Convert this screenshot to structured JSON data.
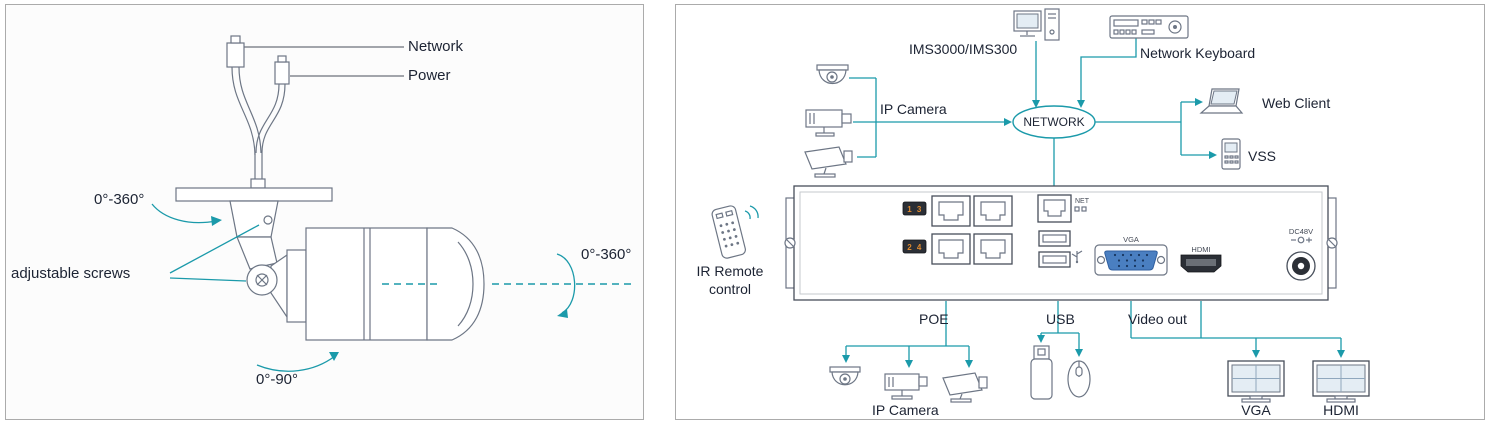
{
  "colors": {
    "accent": "#1b9aaa",
    "line": "#6d7685",
    "dark": "#474e5a",
    "text": "#1c2333",
    "port_text": "#e08a2e",
    "vga_blue": "#4a7fc1",
    "panel_border": "#ababab"
  },
  "left_panel": {
    "labels": {
      "network": "Network",
      "power": "Power",
      "pan_range": "0°-360°",
      "adjustable_screws": "adjustable screws",
      "axis_rotation": "0°-360°",
      "tilt_range": "0°-90°"
    }
  },
  "right_panel": {
    "labels": {
      "ims": "IMS3000/IMS300",
      "network_keyboard": "Network Keyboard",
      "ip_camera_top": "IP Camera",
      "network_node": "NETWORK",
      "web_client": "Web Client",
      "vss": "VSS",
      "ir_remote_line1": "IR Remote",
      "ir_remote_line2": "control",
      "poe": "POE",
      "usb": "USB",
      "video_out": "Video out",
      "ip_camera_bottom": "IP Camera",
      "vga_monitor": "VGA",
      "hdmi_monitor": "HDMI"
    },
    "nvr": {
      "poe_group1": "1 3",
      "poe_group2": "2 4",
      "net": "NET",
      "vga": "VGA",
      "hdmi": "HDMI",
      "dc": "DC48V"
    }
  }
}
